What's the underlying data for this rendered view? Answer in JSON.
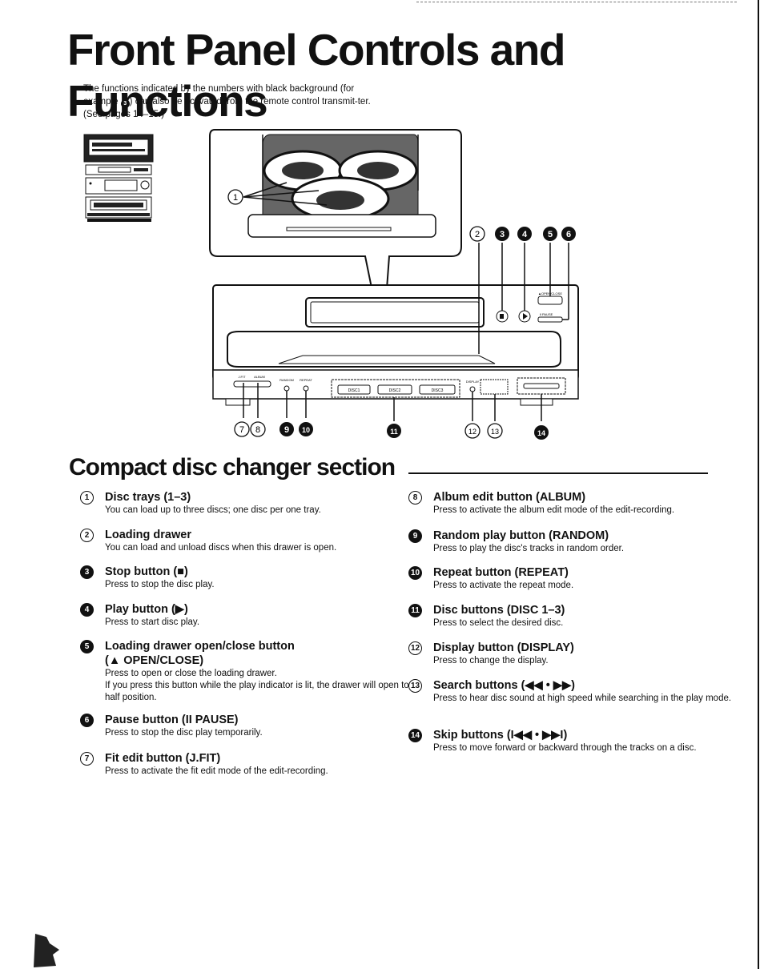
{
  "page": {
    "title": "Front Panel Controls and Functions",
    "intro_before": "The functions indicated by the numbers with black background (for example ",
    "intro_badge": "3",
    "intro_after": ") can also be activated from the remote control transmit-ter. (See pages 14–15.)"
  },
  "figure": {
    "labels": [
      "1",
      "2",
      "3",
      "4",
      "5",
      "6",
      "7",
      "8",
      "9",
      "10",
      "11",
      "12",
      "13",
      "14"
    ],
    "panel_text": {
      "open_close": "▲OPEN/CLOSE",
      "pause": "II PAUSE",
      "jfit": "J.FIT",
      "album": "ALBUM",
      "random": "RANDOM",
      "repeat": "REPEAT",
      "disc1": "DISC1",
      "disc2": "DISC2",
      "disc3": "DISC3",
      "display": "DISPLAY"
    }
  },
  "section": {
    "title": "Compact disc changer section"
  },
  "items_left": [
    {
      "num": "1",
      "style": "outline",
      "title": "Disc trays (1–3)",
      "desc": [
        "You can load up to three discs; one disc per one tray."
      ]
    },
    {
      "num": "2",
      "style": "outline",
      "title": "Loading drawer",
      "desc": [
        "You can load and unload discs when this drawer is open."
      ]
    },
    {
      "num": "3",
      "style": "solid",
      "title": "Stop button (■)",
      "desc": [
        "Press to stop the disc play."
      ]
    },
    {
      "num": "4",
      "style": "solid",
      "title": "Play button (▶)",
      "desc": [
        "Press to start disc play."
      ]
    },
    {
      "num": "5",
      "style": "solid",
      "title": "Loading drawer open/close button",
      "title2": "(▲ OPEN/CLOSE)",
      "desc": [
        "Press to open or close the loading drawer.",
        "If you press this button while the play indicator is lit, the drawer will open to half position."
      ]
    },
    {
      "num": "6",
      "style": "solid",
      "title": "Pause button (II PAUSE)",
      "desc": [
        "Press to stop the disc play temporarily."
      ]
    },
    {
      "num": "7",
      "style": "outline",
      "title": "Fit edit button (J.FIT)",
      "desc": [
        "Press to activate the fit edit mode of the edit-recording."
      ]
    }
  ],
  "items_right": [
    {
      "num": "8",
      "style": "outline",
      "title": "Album edit button (ALBUM)",
      "desc": [
        "Press to activate the album edit mode of the edit-recording."
      ]
    },
    {
      "num": "9",
      "style": "solid",
      "title": "Random play button (RANDOM)",
      "desc": [
        "Press to play the disc's tracks in random order."
      ]
    },
    {
      "num": "10",
      "style": "solid",
      "title": "Repeat button (REPEAT)",
      "desc": [
        "Press to activate the repeat mode."
      ]
    },
    {
      "num": "11",
      "style": "solid",
      "title": "Disc buttons (DISC 1–3)",
      "desc": [
        "Press to select the desired disc."
      ]
    },
    {
      "num": "12",
      "style": "outline",
      "title": "Display button (DISPLAY)",
      "desc": [
        "Press to change the display."
      ]
    },
    {
      "num": "13",
      "style": "outline",
      "title": "Search buttons (◀◀ • ▶▶)",
      "desc": [
        "Press to hear disc sound at high speed while searching in the play mode."
      ]
    },
    {
      "num": "14",
      "style": "solid",
      "title": "Skip buttons (I◀◀ • ▶▶I)",
      "desc": [
        "Press to move forward or backward through the tracks on a disc."
      ]
    }
  ]
}
